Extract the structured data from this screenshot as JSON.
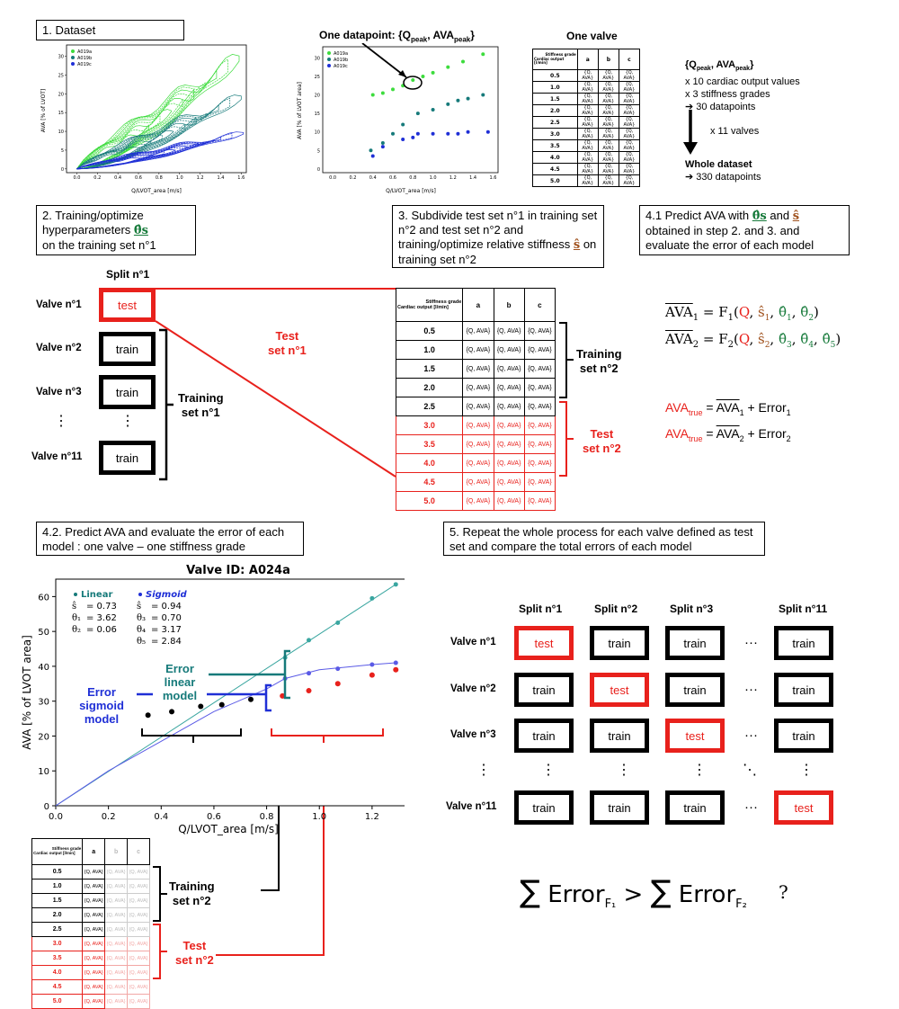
{
  "steps": {
    "s1": "1. Dataset",
    "s2": "2. Training/optimize hyperparameters",
    "s2b": "on the training set n°1",
    "s3": "3. Subdivide test set n°1 in training set n°2 and test set  n°2 and training/optimize relative stiffness",
    "s3b": "on training set n°2",
    "s41a": "4.1 Predict AVA with",
    "s41b": "and",
    "s41c": "obtained in step 2. and 3. and evaluate the error of each model",
    "s42": "4.2. Predict AVA and evaluate the error of each model : one valve – one stiffness grade",
    "s5": "5. Repeat the whole process for each valve defined as test set and compare the total errors of each model"
  },
  "dataset_plot": {
    "legend": [
      "A019a",
      "A019b",
      "A019c"
    ],
    "colors": [
      "#3ddc3d",
      "#167a7a",
      "#1f2fd6"
    ],
    "ylabel": "AVA [% of LVOT]",
    "xlabel": "Q/LVOT_area [m/s]",
    "xticks": [
      "0.0",
      "0.2",
      "0.4",
      "0.6",
      "0.8",
      "1.0",
      "1.2",
      "1.4",
      "1.6"
    ],
    "yticks": [
      "0",
      "5",
      "10",
      "15",
      "20",
      "25",
      "30"
    ]
  },
  "datapoint_label": "One datapoint: {Q",
  "peak_plot": {
    "legend": [
      "A019a",
      "A019b",
      "A019c"
    ],
    "ylabel": "AVA [% of LVOT area]",
    "xlabel": "Q/LVOT_area [m/s]",
    "xticks": [
      "0.0",
      "0.2",
      "0.4",
      "0.6",
      "0.8",
      "1.0",
      "1.2",
      "1.4",
      "1.6"
    ],
    "yticks": [
      "0",
      "5",
      "10",
      "15",
      "20",
      "25",
      "30"
    ],
    "series": [
      {
        "color": "#3ddc3d",
        "points": [
          [
            0.4,
            20
          ],
          [
            0.5,
            20.5
          ],
          [
            0.6,
            21.5
          ],
          [
            0.7,
            22.5
          ],
          [
            0.8,
            24
          ],
          [
            0.9,
            25
          ],
          [
            1.0,
            26
          ],
          [
            1.15,
            27.5
          ],
          [
            1.3,
            29
          ],
          [
            1.5,
            31
          ]
        ]
      },
      {
        "color": "#167a7a",
        "points": [
          [
            0.38,
            5
          ],
          [
            0.5,
            7
          ],
          [
            0.6,
            9.5
          ],
          [
            0.7,
            12
          ],
          [
            0.85,
            15
          ],
          [
            1.0,
            16
          ],
          [
            1.15,
            17.5
          ],
          [
            1.25,
            18.5
          ],
          [
            1.35,
            19
          ],
          [
            1.5,
            20
          ]
        ]
      },
      {
        "color": "#1f2fd6",
        "points": [
          [
            0.4,
            3.5
          ],
          [
            0.5,
            6
          ],
          [
            0.7,
            8
          ],
          [
            0.8,
            8.5
          ],
          [
            0.85,
            9.5
          ],
          [
            1.0,
            9.5
          ],
          [
            1.15,
            9.5
          ],
          [
            1.25,
            9.5
          ],
          [
            1.35,
            10
          ],
          [
            1.55,
            10
          ]
        ]
      }
    ]
  },
  "one_valve": {
    "title": "One valve",
    "header_top": "Stiffness grade",
    "header_left": "Cardiac output [l/min]",
    "cols": [
      "a",
      "b",
      "c"
    ],
    "rows": [
      "0.5",
      "1.0",
      "1.5",
      "2.0",
      "2.5",
      "3.0",
      "3.5",
      "4.0",
      "4.5",
      "5.0"
    ],
    "cell": "{Q, AVA}"
  },
  "summary": {
    "line1": "{Q",
    "peak": "peak",
    "line1b": ", AVA",
    "line2": "x 10 cardiac output values",
    "line3": "x 3 stiffness grades",
    "line4": "➔ 30 datapoints",
    "mult": "x 11 valves",
    "whole": "Whole dataset",
    "whole2": "➔ 330 datapoints"
  },
  "split": {
    "title": "Split n°1",
    "valves": [
      "Valve n°1",
      "Valve n°2",
      "Valve n°3",
      "Valve n°11"
    ],
    "test": "test",
    "train": "train",
    "training_set": "Training",
    "training_set2": "set n°1",
    "test_set": "Test",
    "test_set2": "set n°1"
  },
  "big_table": {
    "header_top": "Stiffness grade",
    "header_left": "Cardiac output [l/min]",
    "cols": [
      "a",
      "b",
      "c"
    ],
    "rows": [
      "0.5",
      "1.0",
      "1.5",
      "2.0",
      "2.5",
      "3.0",
      "3.5",
      "4.0",
      "4.5",
      "5.0"
    ],
    "cell": "{Q, AVA}",
    "training": "Training",
    "training2": "set n°2",
    "test": "Test",
    "test2": "set n°2"
  },
  "equations": {
    "ava": "AVA",
    "true": "true",
    "error1": "+ Error",
    "error2": "+ Error",
    "f1": "F",
    "f2": "F",
    "q": "Q"
  },
  "chart_data": {
    "type": "scatter",
    "title": "Valve ID: A024a",
    "xlabel": "Q/LVOT_area [m/s]",
    "ylabel": "AVA [% of LVOT area]",
    "xlim": [
      0.0,
      1.33
    ],
    "ylim": [
      0,
      65
    ],
    "xticks": [
      0.0,
      0.2,
      0.4,
      0.6,
      0.8,
      1.0,
      1.2
    ],
    "yticks": [
      0,
      10,
      20,
      30,
      40,
      50,
      60
    ],
    "series": [
      {
        "name": "Linear",
        "color": "#3aa6a0",
        "line": [
          [
            0,
            0
          ],
          [
            1.29,
            63.5
          ]
        ],
        "points": [
          [
            0.87,
            42.5
          ],
          [
            0.96,
            47.5
          ],
          [
            1.07,
            52.5
          ],
          [
            1.2,
            59.5
          ],
          [
            1.29,
            63.5
          ]
        ]
      },
      {
        "name": "Sigmoid",
        "color": "#5a5ae6",
        "line": [
          [
            0,
            0
          ],
          [
            0.2,
            10
          ],
          [
            0.4,
            18.5
          ],
          [
            0.6,
            27
          ],
          [
            0.8,
            33.5
          ],
          [
            0.87,
            36.5
          ],
          [
            1.0,
            39
          ],
          [
            1.2,
            40.5
          ],
          [
            1.29,
            41
          ]
        ],
        "points": [
          [
            0.87,
            36.5
          ],
          [
            0.96,
            38
          ],
          [
            1.07,
            39.3
          ],
          [
            1.2,
            40.5
          ],
          [
            1.29,
            41
          ]
        ]
      }
    ],
    "train_points": [
      [
        0.35,
        26
      ],
      [
        0.44,
        27
      ],
      [
        0.55,
        28.5
      ],
      [
        0.63,
        29
      ],
      [
        0.74,
        30.5
      ]
    ],
    "test_points": [
      [
        0.86,
        31.5
      ],
      [
        0.96,
        33
      ],
      [
        1.07,
        35
      ],
      [
        1.2,
        37.5
      ],
      [
        1.29,
        39
      ]
    ],
    "legend_linear": {
      "title": "Linear",
      "s": "= 0.73",
      "t1": "= 3.62",
      "t2": "= 0.06"
    },
    "legend_sigmoid": {
      "title": "Sigmoid",
      "s": "= 0.94",
      "t3": "= 0.70",
      "t4": "= 3.17",
      "t5": "= 2.84"
    },
    "error_linear": [
      "Error",
      "linear",
      "model"
    ],
    "error_sigmoid": [
      "Error",
      "sigmoid",
      "model"
    ]
  },
  "small_table": {
    "header_top": "Stiffness grade",
    "header_left": "Cardiac output [l/min]",
    "cols": [
      "a",
      "b",
      "c"
    ],
    "rows": [
      "0.5",
      "1.0",
      "1.5",
      "2.0",
      "2.5",
      "3.0",
      "3.5",
      "4.0",
      "4.5",
      "5.0"
    ],
    "cell": "{Q, AVA}",
    "training": "Training",
    "training2": "set n°2",
    "test": "Test",
    "test2": "set n°2"
  },
  "grid": {
    "splits": [
      "Split n°1",
      "Split n°2",
      "Split n°3",
      "Split n°11"
    ],
    "valves": [
      "Valve n°1",
      "Valve n°2",
      "Valve n°3",
      "Valve n°11"
    ],
    "test": "test",
    "train": "train"
  },
  "compare": {
    "err": "Error",
    "q": "?"
  }
}
